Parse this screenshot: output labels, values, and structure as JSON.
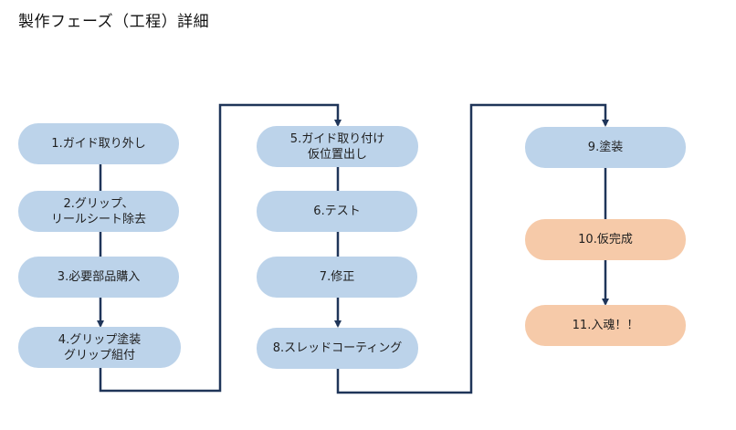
{
  "title": "製作フェーズ（工程）詳細",
  "colors": {
    "step_blue": "#bcd3ea",
    "step_peach": "#f6caa9",
    "connector": "#1f3559"
  },
  "steps": [
    {
      "label": "1.ガイド取り外し"
    },
    {
      "label": "2.グリップ、\nリールシート除去"
    },
    {
      "label": "3.必要部品購入"
    },
    {
      "label": "4.グリップ塗装\nグリップ組付"
    },
    {
      "label": "5.ガイド取り付け\n仮位置出し"
    },
    {
      "label": "6.テスト"
    },
    {
      "label": "7.修正"
    },
    {
      "label": "8.スレッドコーティング"
    },
    {
      "label": "9.塗装"
    },
    {
      "label": "10.仮完成"
    },
    {
      "label": "11.入魂！！"
    }
  ]
}
